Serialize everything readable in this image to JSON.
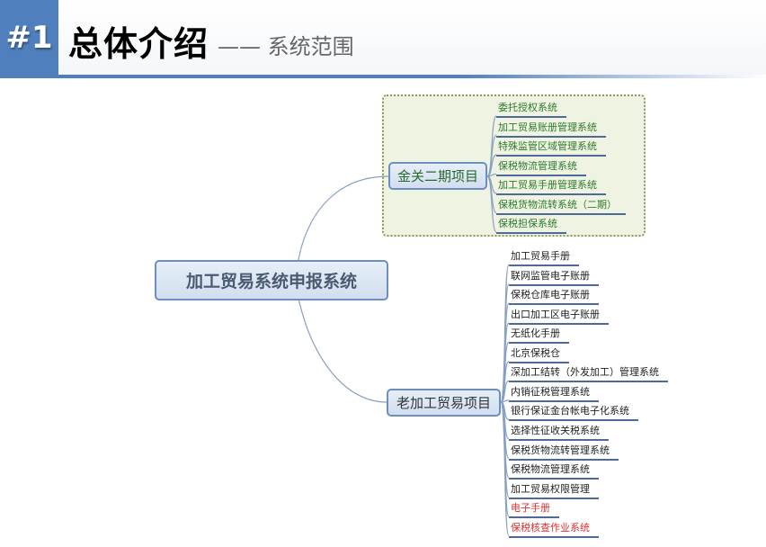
{
  "header": {
    "number": "#1",
    "title": "总体介绍",
    "subtitle": "—— 系统范围"
  },
  "mindmap": {
    "root": "加工贸易系统申报系统",
    "branches": [
      {
        "label": "金关二期项目",
        "items": [
          "委托授权系统",
          "加工贸易账册管理系统",
          "特殊监管区域管理系统",
          "保税物流管理系统",
          "加工贸易手册管理系统",
          "保税货物流转系统（二期）",
          "保税担保系统"
        ]
      },
      {
        "label": "老加工贸易项目",
        "items": [
          "加工贸易手册",
          "联网监管电子账册",
          "保税仓库电子账册",
          "出口加工区电子账册",
          "无纸化手册",
          "北京保税仓",
          "深加工结转（外发加工）管理系统",
          "内销征税管理系统",
          "银行保证金台帐电子化系统",
          "选择性征收关税系统",
          "保税货物流转管理系统",
          "保税物流管理系统",
          "加工贸易权限管理",
          "电子手册",
          "保税核查作业系统"
        ],
        "highlighted_items": [
          "电子手册",
          "保税核查作业系统"
        ]
      }
    ]
  },
  "colors": {
    "accent": "#4f7fbd",
    "highlight": "#e03030",
    "green_text": "#2e7a2e"
  }
}
